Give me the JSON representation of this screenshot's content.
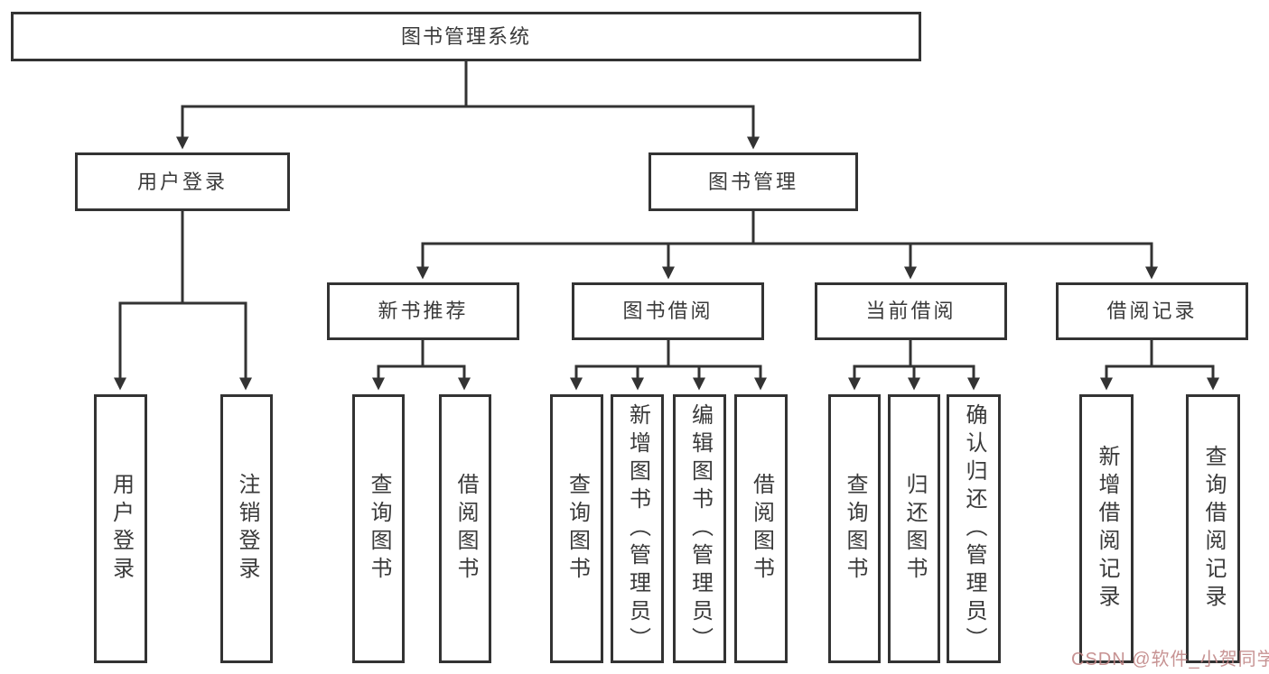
{
  "root": {
    "label": "图书管理系统"
  },
  "level2": [
    {
      "label": "用户登录"
    },
    {
      "label": "图书管理"
    }
  ],
  "level3": [
    {
      "label": "新书推荐"
    },
    {
      "label": "图书借阅"
    },
    {
      "label": "当前借阅"
    },
    {
      "label": "借阅记录"
    }
  ],
  "leaves": [
    {
      "label": "用户登录"
    },
    {
      "label": "注销登录"
    },
    {
      "label": "查询图书"
    },
    {
      "label": "借阅图书"
    },
    {
      "label": "查询图书"
    },
    {
      "label": "新增图书（管理员）"
    },
    {
      "label": "编辑图书（管理员）"
    },
    {
      "label": "借阅图书"
    },
    {
      "label": "查询图书"
    },
    {
      "label": "归还图书"
    },
    {
      "label": "确认归还（管理员）"
    },
    {
      "label": "新增借阅记录"
    },
    {
      "label": "查询借阅记录"
    }
  ],
  "watermark": {
    "text": "CSDN @软件_小贺同学",
    "color": "#c08585"
  },
  "colors": {
    "line": "#333333",
    "box_border": "#333333",
    "box_fill": "#ffffff",
    "background": "#ffffff",
    "text": "#3a3a3a"
  }
}
